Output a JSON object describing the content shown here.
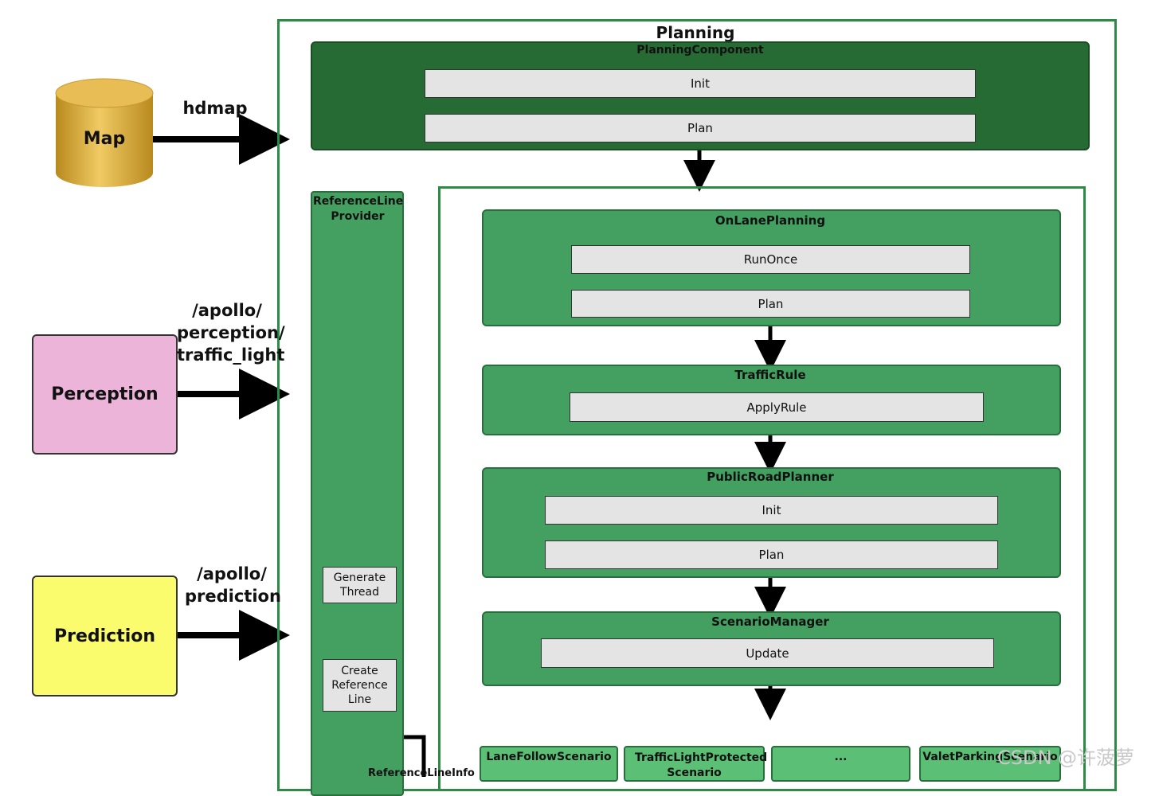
{
  "planning": {
    "title": "Planning",
    "component": {
      "title": "PlanningComponent",
      "steps": [
        "Init",
        "Plan"
      ]
    },
    "reference_line_provider": {
      "title": "ReferenceLine Provider",
      "steps": [
        "Generate Thread",
        "Create Reference Line"
      ],
      "output_label": "ReferenceLineInfo"
    },
    "on_lane_planning": {
      "title": "OnLanePlanning",
      "steps": [
        "RunOnce",
        "Plan"
      ]
    },
    "traffic_rule": {
      "title": "TrafficRule",
      "steps": [
        "ApplyRule"
      ]
    },
    "public_road_planner": {
      "title": "PublicRoadPlanner",
      "steps": [
        "Init",
        "Plan"
      ]
    },
    "scenario_manager": {
      "title": "ScenarioManager",
      "steps": [
        "Update"
      ]
    },
    "scenarios": [
      "LaneFollowScenario",
      "TrafficLightProtected Scenario",
      "...",
      "ValetParkingScenario"
    ]
  },
  "inputs": {
    "map": {
      "name": "Map",
      "channel": "hdmap"
    },
    "perception": {
      "name": "Perception",
      "channel": "/apollo/ perception/ traffic_light"
    },
    "prediction": {
      "name": "Prediction",
      "channel": "/apollo/ prediction"
    }
  },
  "colors": {
    "frame": "#2e8b45",
    "dark_green": "#276b34",
    "mid_green": "#43a061",
    "light_green": "#5bbf76",
    "gray": "#e4e4e4",
    "perception": "#ebb4d8",
    "prediction": "#fbfb6e",
    "map_cylinder": "#e3b549"
  },
  "watermark": "CSDN @许菠萝"
}
